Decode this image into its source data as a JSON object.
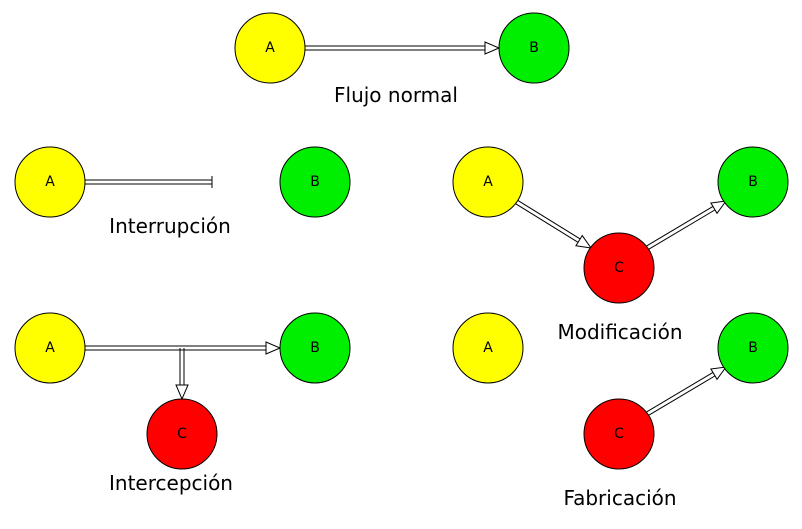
{
  "colors": {
    "source": "#ffff00",
    "destination": "#00ee00",
    "attacker": "#ff0000",
    "line": "#000000"
  },
  "panels": {
    "normal": {
      "caption": "Flujo normal",
      "nodes": {
        "a": "A",
        "b": "B"
      }
    },
    "interruption": {
      "caption": "Interrupción",
      "nodes": {
        "a": "A",
        "b": "B"
      }
    },
    "modification": {
      "caption": "Modificación",
      "nodes": {
        "a": "A",
        "b": "B",
        "c": "C"
      }
    },
    "interception": {
      "caption": "Intercepción",
      "nodes": {
        "a": "A",
        "b": "B",
        "c": "C"
      }
    },
    "fabrication": {
      "caption": "Fabricación",
      "nodes": {
        "a": "A",
        "b": "B",
        "c": "C"
      }
    }
  }
}
